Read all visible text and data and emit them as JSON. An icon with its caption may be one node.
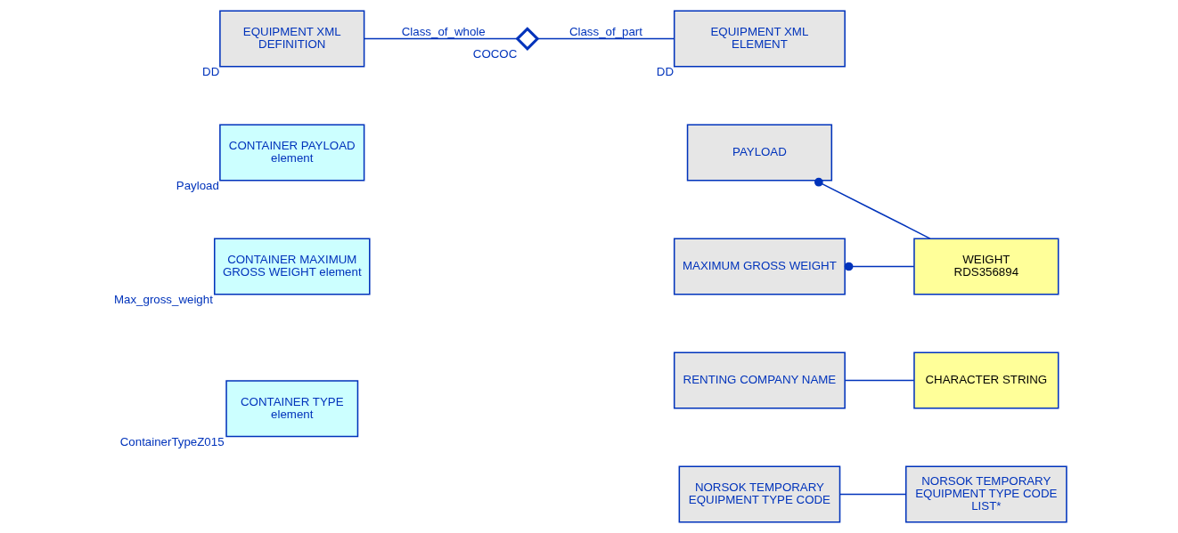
{
  "diagram": {
    "nodes": [
      {
        "text": [
          "EQUIPMENT XML DEFINITION"
        ],
        "beside": [
          "DD"
        ]
      },
      {
        "text": [],
        "shape": "diamond",
        "beside": [
          "COCOC"
        ]
      },
      {
        "text": [
          "EQUIPMENT XML ELEMENT"
        ],
        "beside": [
          "DD"
        ]
      },
      {
        "text": [
          "CONTAINER PAYLOAD element"
        ],
        "beside": [
          "Payload"
        ]
      },
      {
        "text": [
          "CONTAINER MAXIMUM GROSS WEIGHT element"
        ],
        "beside": [
          "Max_gross_weight"
        ]
      },
      {
        "text": [
          "CONTAINER TYPE element"
        ],
        "beside": [
          "ContainerTypeZ015"
        ]
      },
      {
        "text": [
          "PAYLOAD"
        ]
      },
      {
        "text": [
          "WEIGHT",
          "RDS356894"
        ]
      },
      {
        "text": [
          "MAXIMUM GROSS WEIGHT"
        ]
      },
      {
        "text": [
          "RENTING COMPANY NAME"
        ]
      },
      {
        "text": [
          "CHARACTER STRING"
        ]
      },
      {
        "text": [
          "NORSOK TEMPORARY EQUIPMENT TYPE CODE"
        ]
      },
      {
        "text": [
          "NORSOK TEMPORARY EQUIPMENT TYPE CODE LIST*"
        ]
      }
    ],
    "edges": [
      {
        "from": 0,
        "to": 1,
        "arrow": "none",
        "label": "Class_of_whole"
      },
      {
        "from": 1,
        "to": 2,
        "arrow": "none",
        "label": "Class_of_part"
      },
      {
        "from": 6,
        "to": 7,
        "arrow": "other"
      },
      {
        "from": 8,
        "to": 7,
        "arrow": "other"
      },
      {
        "from": 9,
        "to": 10,
        "arrow": "none"
      },
      {
        "from": 11,
        "to": 12,
        "arrow": "none"
      }
    ]
  }
}
